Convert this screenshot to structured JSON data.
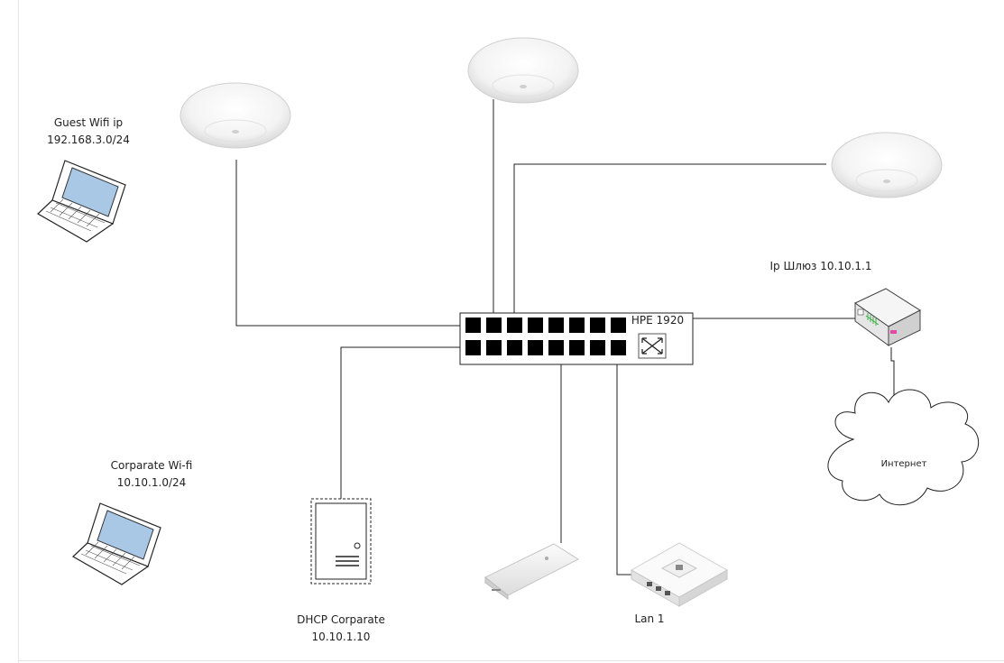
{
  "labels": {
    "guest_wifi_title": "Guest Wifi ip",
    "guest_wifi_subnet": "192.168.3.0/24",
    "corp_wifi_title": "Corparate Wi-fi",
    "corp_wifi_subnet": "10.10.1.0/24",
    "switch_name": "HPE 1920",
    "gateway": "Ip Шлюз 10.10.1.1",
    "internet": "Интернет",
    "dhcp_title": "DHCP Corparate",
    "dhcp_ip": "10.10.1.10",
    "lan": "Lan 1"
  },
  "colors": {
    "line": "#222222",
    "port": "#000000",
    "ap_body": "#f4f4f4",
    "accent_pink": "#e24aa8",
    "accent_green": "#3fae49",
    "laptop_screen": "#a9c8e6"
  }
}
